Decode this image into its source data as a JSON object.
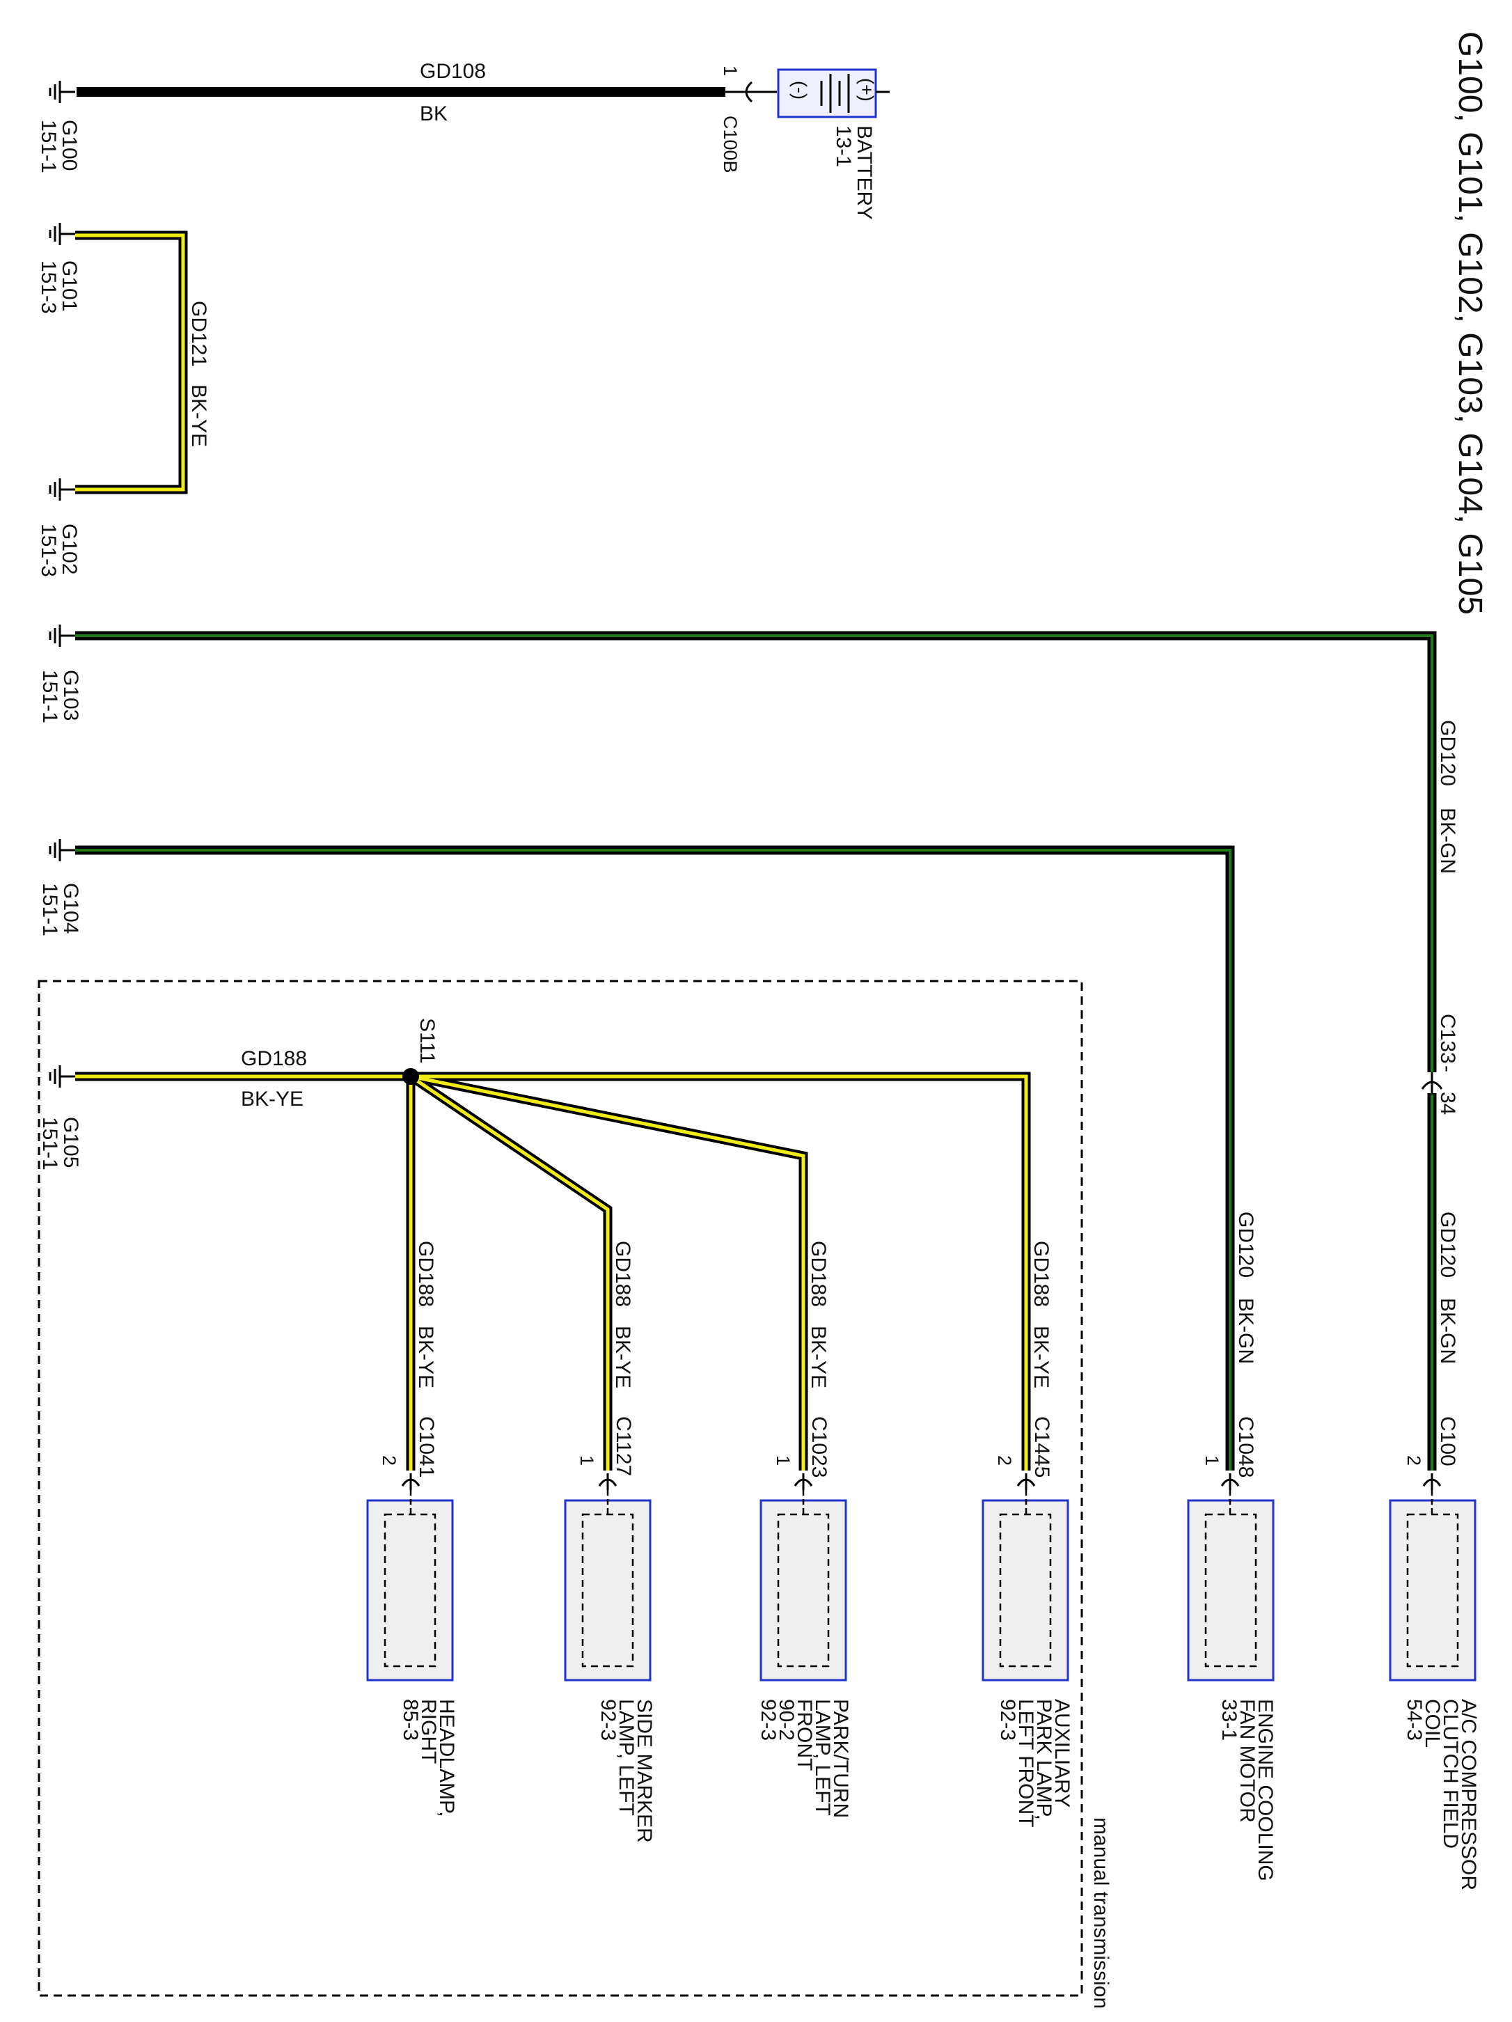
{
  "title": "G100, G101, G102, G103, G104, G105",
  "colors": {
    "bk": "#000000",
    "yellow": "#f2ec16",
    "green": "#1f7a16",
    "component_border": "#2233cc",
    "component_fill": "#efefef"
  },
  "grounds": {
    "g100": {
      "name": "G100",
      "ref": "151-1"
    },
    "g101": {
      "name": "G101",
      "ref": "151-3"
    },
    "g102": {
      "name": "G102",
      "ref": "151-3"
    },
    "g103": {
      "name": "G103",
      "ref": "151-1"
    },
    "g104": {
      "name": "G104",
      "ref": "151-1"
    },
    "g105": {
      "name": "G105",
      "ref": "151-1"
    }
  },
  "wires": {
    "gd108": {
      "circuit": "GD108",
      "color": "BK"
    },
    "gd121": {
      "circuit": "GD121",
      "color": "BK-YE"
    },
    "gd120": {
      "circuit": "GD120",
      "color": "BK-GN"
    },
    "gd188": {
      "circuit": "GD188",
      "color": "BK-YE"
    }
  },
  "battery": {
    "name": "BATTERY",
    "ref": "13-1",
    "neg": "(-)",
    "pos": "(+)",
    "connector": "C100B",
    "pin": "1"
  },
  "inline_connector": {
    "label": "C133",
    "dash": "-",
    "pin": "34"
  },
  "splice": {
    "label": "S111"
  },
  "option_box": {
    "label": "manual transmission"
  },
  "components": {
    "ac": {
      "line1": "A/C COMPRESSOR",
      "line2": "CLUTCH FIELD",
      "line3": "COIL",
      "ref": "54-3",
      "connector": "C100",
      "pin": "2"
    },
    "fan": {
      "line1": "ENGINE COOLING",
      "line2": "FAN MOTOR",
      "ref": "33-1",
      "connector": "C1048",
      "pin": "1"
    },
    "aux": {
      "line1": "AUXILIARY",
      "line2": "PARK LAMP,",
      "line3": "LEFT FRONT",
      "ref": "92-3",
      "connector": "C1445",
      "pin": "2"
    },
    "park": {
      "line1": "PARK/TURN",
      "line2": "LAMP, LEFT",
      "line3": "FRONT",
      "ref1": "90-2",
      "ref2": "92-3",
      "connector": "C1023",
      "pin": "1"
    },
    "side": {
      "line1": "SIDE MARKER",
      "line2": "LAMP, LEFT",
      "ref": "92-3",
      "connector": "C1127",
      "pin": "1"
    },
    "head": {
      "line1": "HEADLAMP,",
      "line2": "RIGHT",
      "ref": "85-3",
      "connector": "C1041",
      "pin": "2"
    }
  }
}
